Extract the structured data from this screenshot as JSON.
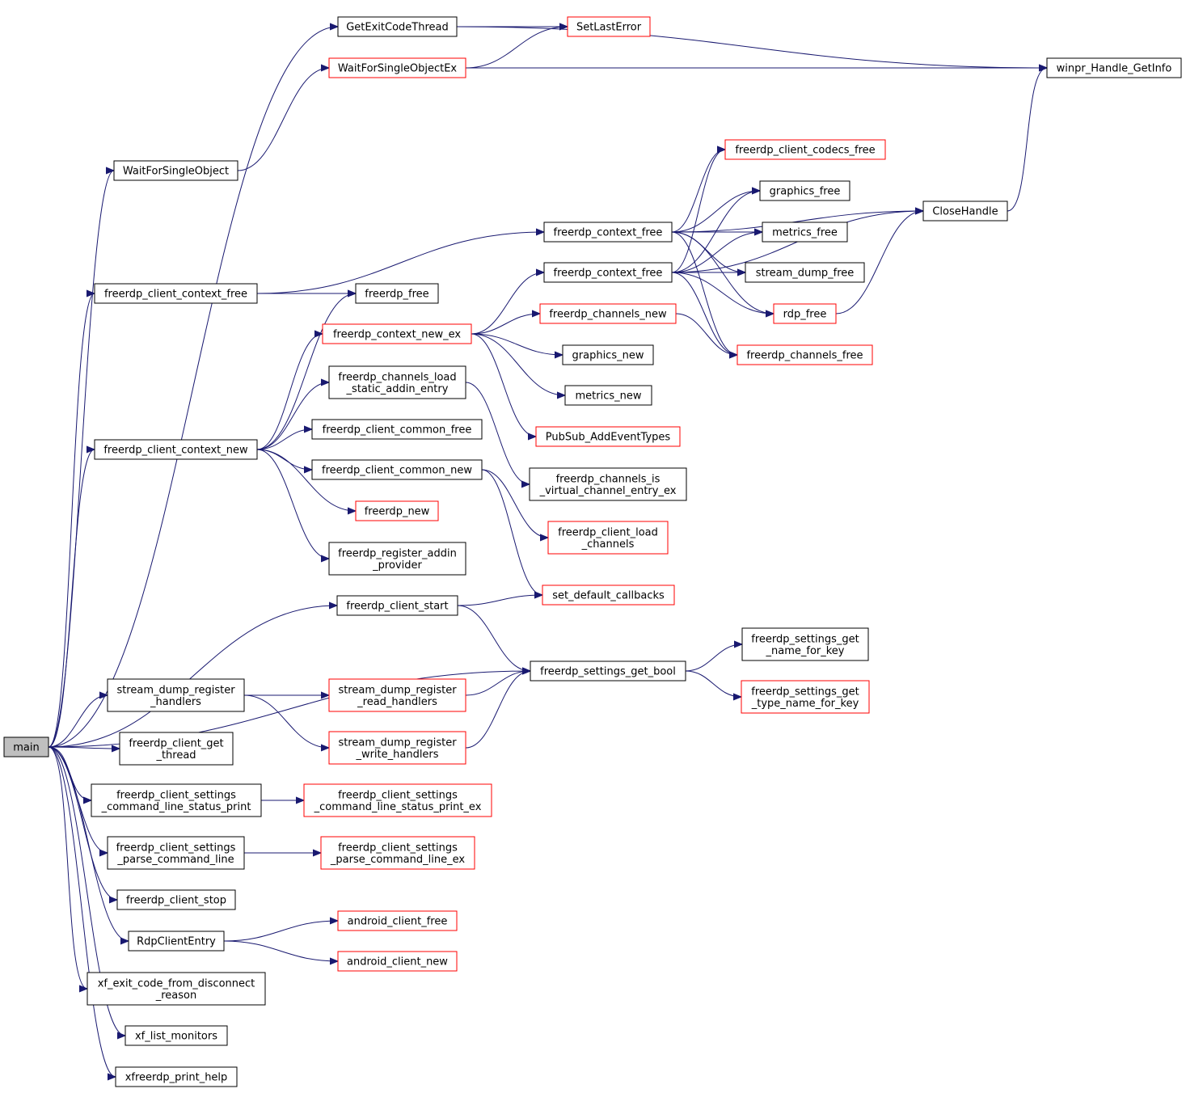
{
  "colors": {
    "edge": "#191970",
    "external_border": "#ff0000",
    "internal_border": "#000000",
    "root_fill": "#bfbfbf"
  },
  "nodes": [
    {
      "id": "main",
      "lines": [
        "main"
      ],
      "style": "root"
    },
    {
      "id": "GetExitCodeThread",
      "lines": [
        "GetExitCodeThread"
      ],
      "style": "normal"
    },
    {
      "id": "SetLastError",
      "lines": [
        "SetLastError"
      ],
      "style": "external"
    },
    {
      "id": "winpr_Handle_GetInfo",
      "lines": [
        "winpr_Handle_GetInfo"
      ],
      "style": "normal"
    },
    {
      "id": "WaitForSingleObjectEx",
      "lines": [
        "WaitForSingleObjectEx"
      ],
      "style": "external"
    },
    {
      "id": "WaitForSingleObject",
      "lines": [
        "WaitForSingleObject"
      ],
      "style": "normal"
    },
    {
      "id": "freerdp_client_codecs_free",
      "lines": [
        "freerdp_client_codecs_free"
      ],
      "style": "external"
    },
    {
      "id": "graphics_free",
      "lines": [
        "graphics_free"
      ],
      "style": "normal"
    },
    {
      "id": "CloseHandle",
      "lines": [
        "CloseHandle"
      ],
      "style": "normal"
    },
    {
      "id": "freerdp_context_free_1",
      "lines": [
        "freerdp_context_free"
      ],
      "style": "normal"
    },
    {
      "id": "metrics_free",
      "lines": [
        "metrics_free"
      ],
      "style": "normal"
    },
    {
      "id": "freerdp_context_free_2",
      "lines": [
        "freerdp_context_free"
      ],
      "style": "normal"
    },
    {
      "id": "stream_dump_free",
      "lines": [
        "stream_dump_free"
      ],
      "style": "normal"
    },
    {
      "id": "freerdp_client_context_free",
      "lines": [
        "freerdp_client_context_free"
      ],
      "style": "normal"
    },
    {
      "id": "freerdp_free",
      "lines": [
        "freerdp_free"
      ],
      "style": "normal"
    },
    {
      "id": "rdp_free",
      "lines": [
        "rdp_free"
      ],
      "style": "external"
    },
    {
      "id": "freerdp_channels_new",
      "lines": [
        "freerdp_channels_new"
      ],
      "style": "external"
    },
    {
      "id": "freerdp_context_new_ex",
      "lines": [
        "freerdp_context_new_ex"
      ],
      "style": "external"
    },
    {
      "id": "freerdp_channels_free",
      "lines": [
        "freerdp_channels_free"
      ],
      "style": "external"
    },
    {
      "id": "graphics_new",
      "lines": [
        "graphics_new"
      ],
      "style": "normal"
    },
    {
      "id": "freerdp_channels_load_static_addin_entry",
      "lines": [
        "freerdp_channels_load",
        "_static_addin_entry"
      ],
      "style": "normal"
    },
    {
      "id": "metrics_new",
      "lines": [
        "metrics_new"
      ],
      "style": "normal"
    },
    {
      "id": "freerdp_client_common_free",
      "lines": [
        "freerdp_client_common_free"
      ],
      "style": "normal"
    },
    {
      "id": "PubSub_AddEventTypes",
      "lines": [
        "PubSub_AddEventTypes"
      ],
      "style": "external"
    },
    {
      "id": "freerdp_client_context_new",
      "lines": [
        "freerdp_client_context_new"
      ],
      "style": "normal"
    },
    {
      "id": "freerdp_client_common_new",
      "lines": [
        "freerdp_client_common_new"
      ],
      "style": "normal"
    },
    {
      "id": "freerdp_channels_is_virtual_channel_entry_ex",
      "lines": [
        "freerdp_channels_is",
        "_virtual_channel_entry_ex"
      ],
      "style": "normal"
    },
    {
      "id": "freerdp_new",
      "lines": [
        "freerdp_new"
      ],
      "style": "external"
    },
    {
      "id": "freerdp_client_load_channels",
      "lines": [
        "freerdp_client_load",
        "_channels"
      ],
      "style": "external"
    },
    {
      "id": "freerdp_register_addin_provider",
      "lines": [
        "freerdp_register_addin",
        "_provider"
      ],
      "style": "normal"
    },
    {
      "id": "set_default_callbacks",
      "lines": [
        "set_default_callbacks"
      ],
      "style": "external"
    },
    {
      "id": "freerdp_client_start",
      "lines": [
        "freerdp_client_start"
      ],
      "style": "normal"
    },
    {
      "id": "freerdp_settings_get_name_for_key",
      "lines": [
        "freerdp_settings_get",
        "_name_for_key"
      ],
      "style": "normal"
    },
    {
      "id": "freerdp_settings_get_bool",
      "lines": [
        "freerdp_settings_get_bool"
      ],
      "style": "normal"
    },
    {
      "id": "stream_dump_register_handlers",
      "lines": [
        "stream_dump_register",
        "_handlers"
      ],
      "style": "normal"
    },
    {
      "id": "stream_dump_register_read_handlers",
      "lines": [
        "stream_dump_register",
        "_read_handlers"
      ],
      "style": "external"
    },
    {
      "id": "freerdp_settings_get_type_name_for_key",
      "lines": [
        "freerdp_settings_get",
        "_type_name_for_key"
      ],
      "style": "external"
    },
    {
      "id": "freerdp_client_get_thread",
      "lines": [
        "freerdp_client_get",
        "_thread"
      ],
      "style": "normal"
    },
    {
      "id": "stream_dump_register_write_handlers",
      "lines": [
        "stream_dump_register",
        "_write_handlers"
      ],
      "style": "external"
    },
    {
      "id": "freerdp_client_settings_command_line_status_print",
      "lines": [
        "freerdp_client_settings",
        "_command_line_status_print"
      ],
      "style": "normal"
    },
    {
      "id": "freerdp_client_settings_command_line_status_print_ex",
      "lines": [
        "freerdp_client_settings",
        "_command_line_status_print_ex"
      ],
      "style": "external"
    },
    {
      "id": "freerdp_client_settings_parse_command_line",
      "lines": [
        "freerdp_client_settings",
        "_parse_command_line"
      ],
      "style": "normal"
    },
    {
      "id": "freerdp_client_settings_parse_command_line_ex",
      "lines": [
        "freerdp_client_settings",
        "_parse_command_line_ex"
      ],
      "style": "external"
    },
    {
      "id": "freerdp_client_stop",
      "lines": [
        "freerdp_client_stop"
      ],
      "style": "normal"
    },
    {
      "id": "android_client_free",
      "lines": [
        "android_client_free"
      ],
      "style": "external"
    },
    {
      "id": "RdpClientEntry",
      "lines": [
        "RdpClientEntry"
      ],
      "style": "normal"
    },
    {
      "id": "android_client_new",
      "lines": [
        "android_client_new"
      ],
      "style": "external"
    },
    {
      "id": "xf_exit_code_from_disconnect_reason",
      "lines": [
        "xf_exit_code_from_disconnect",
        "_reason"
      ],
      "style": "normal"
    },
    {
      "id": "xf_list_monitors",
      "lines": [
        "xf_list_monitors"
      ],
      "style": "normal"
    },
    {
      "id": "xfreerdp_print_help",
      "lines": [
        "xfreerdp_print_help"
      ],
      "style": "normal"
    }
  ],
  "edges": [
    [
      "main",
      "GetExitCodeThread"
    ],
    [
      "main",
      "WaitForSingleObject"
    ],
    [
      "main",
      "freerdp_client_context_free"
    ],
    [
      "main",
      "freerdp_client_context_new"
    ],
    [
      "main",
      "freerdp_client_start"
    ],
    [
      "main",
      "freerdp_settings_get_bool"
    ],
    [
      "main",
      "stream_dump_register_handlers"
    ],
    [
      "main",
      "freerdp_client_get_thread"
    ],
    [
      "main",
      "freerdp_client_settings_command_line_status_print"
    ],
    [
      "main",
      "freerdp_client_settings_parse_command_line"
    ],
    [
      "main",
      "freerdp_client_stop"
    ],
    [
      "main",
      "RdpClientEntry"
    ],
    [
      "main",
      "xf_exit_code_from_disconnect_reason"
    ],
    [
      "main",
      "xf_list_monitors"
    ],
    [
      "main",
      "xfreerdp_print_help"
    ],
    [
      "GetExitCodeThread",
      "SetLastError"
    ],
    [
      "GetExitCodeThread",
      "winpr_Handle_GetInfo"
    ],
    [
      "WaitForSingleObjectEx",
      "SetLastError"
    ],
    [
      "WaitForSingleObjectEx",
      "winpr_Handle_GetInfo"
    ],
    [
      "WaitForSingleObject",
      "WaitForSingleObjectEx"
    ],
    [
      "CloseHandle",
      "winpr_Handle_GetInfo"
    ],
    [
      "freerdp_client_context_free",
      "freerdp_context_free_1"
    ],
    [
      "freerdp_client_context_free",
      "freerdp_free"
    ],
    [
      "freerdp_context_free_1",
      "freerdp_client_codecs_free"
    ],
    [
      "freerdp_context_free_1",
      "graphics_free"
    ],
    [
      "freerdp_context_free_1",
      "CloseHandle"
    ],
    [
      "freerdp_context_free_1",
      "metrics_free"
    ],
    [
      "freerdp_context_free_1",
      "stream_dump_free"
    ],
    [
      "freerdp_context_free_1",
      "rdp_free"
    ],
    [
      "freerdp_context_free_1",
      "freerdp_channels_free"
    ],
    [
      "freerdp_context_free_2",
      "freerdp_client_codecs_free"
    ],
    [
      "freerdp_context_free_2",
      "graphics_free"
    ],
    [
      "freerdp_context_free_2",
      "metrics_free"
    ],
    [
      "freerdp_context_free_2",
      "stream_dump_free"
    ],
    [
      "freerdp_context_free_2",
      "rdp_free"
    ],
    [
      "freerdp_context_free_2",
      "freerdp_channels_free"
    ],
    [
      "freerdp_context_free_2",
      "CloseHandle"
    ],
    [
      "rdp_free",
      "CloseHandle"
    ],
    [
      "freerdp_context_new_ex",
      "freerdp_context_free_2"
    ],
    [
      "freerdp_context_new_ex",
      "freerdp_channels_new"
    ],
    [
      "freerdp_context_new_ex",
      "graphics_new"
    ],
    [
      "freerdp_context_new_ex",
      "metrics_new"
    ],
    [
      "freerdp_context_new_ex",
      "PubSub_AddEventTypes"
    ],
    [
      "freerdp_channels_new",
      "freerdp_channels_free"
    ],
    [
      "freerdp_client_context_new",
      "freerdp_free"
    ],
    [
      "freerdp_client_context_new",
      "freerdp_context_new_ex"
    ],
    [
      "freerdp_client_context_new",
      "freerdp_channels_load_static_addin_entry"
    ],
    [
      "freerdp_client_context_new",
      "freerdp_client_common_free"
    ],
    [
      "freerdp_client_context_new",
      "freerdp_client_common_new"
    ],
    [
      "freerdp_client_context_new",
      "freerdp_new"
    ],
    [
      "freerdp_client_context_new",
      "freerdp_register_addin_provider"
    ],
    [
      "freerdp_channels_load_static_addin_entry",
      "freerdp_channels_is_virtual_channel_entry_ex"
    ],
    [
      "freerdp_client_common_new",
      "freerdp_client_load_channels"
    ],
    [
      "freerdp_client_common_new",
      "set_default_callbacks"
    ],
    [
      "freerdp_client_start",
      "set_default_callbacks"
    ],
    [
      "freerdp_client_start",
      "freerdp_settings_get_bool"
    ],
    [
      "freerdp_settings_get_bool",
      "freerdp_settings_get_name_for_key"
    ],
    [
      "freerdp_settings_get_bool",
      "freerdp_settings_get_type_name_for_key"
    ],
    [
      "stream_dump_register_handlers",
      "stream_dump_register_read_handlers"
    ],
    [
      "stream_dump_register_handlers",
      "stream_dump_register_write_handlers"
    ],
    [
      "stream_dump_register_read_handlers",
      "freerdp_settings_get_bool"
    ],
    [
      "stream_dump_register_write_handlers",
      "freerdp_settings_get_bool"
    ],
    [
      "freerdp_client_settings_command_line_status_print",
      "freerdp_client_settings_command_line_status_print_ex"
    ],
    [
      "freerdp_client_settings_parse_command_line",
      "freerdp_client_settings_parse_command_line_ex"
    ],
    [
      "RdpClientEntry",
      "android_client_free"
    ],
    [
      "RdpClientEntry",
      "android_client_new"
    ]
  ]
}
